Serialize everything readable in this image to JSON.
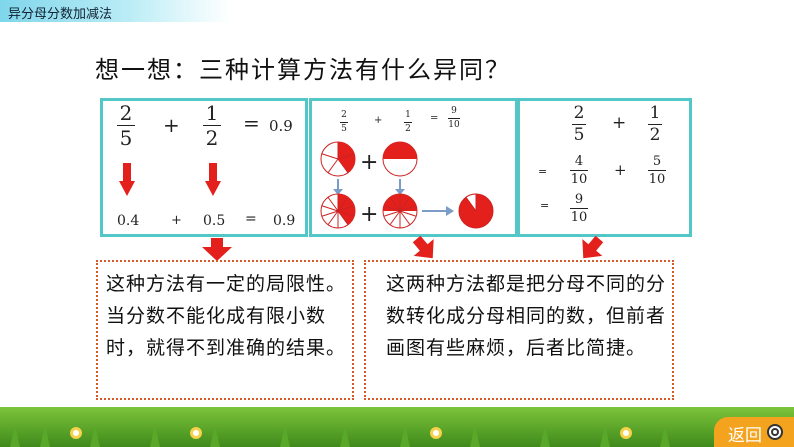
{
  "header": {
    "title": "异分母分数加减法"
  },
  "question": "想一想：三种计算方法有什么异同？",
  "panel1": {
    "frac1": {
      "n": "2",
      "d": "5"
    },
    "plus": "+",
    "frac2": {
      "n": "1",
      "d": "2"
    },
    "eq": "=",
    "result": "0.9",
    "dec1": "0.4",
    "plus2": "+",
    "dec2": "0.5",
    "eq2": "=",
    "result2": "0.9"
  },
  "panel2": {
    "frac1": {
      "n": "2",
      "d": "5"
    },
    "plus": "+",
    "frac2": {
      "n": "1",
      "d": "2"
    },
    "eq": "=",
    "frac3": {
      "n": "9",
      "d": "10"
    },
    "plus_big": "+",
    "plus_big2": "+"
  },
  "panel3": {
    "frac1": {
      "n": "2",
      "d": "5"
    },
    "plus": "+",
    "frac2": {
      "n": "1",
      "d": "2"
    },
    "eq1": "=",
    "frac3": {
      "n": "4",
      "d": "10"
    },
    "plus2": "+",
    "frac4": {
      "n": "5",
      "d": "10"
    },
    "eq2": "=",
    "frac5": {
      "n": "9",
      "d": "10"
    }
  },
  "callout1": {
    "text": "这种方法有一定的局限性。当分数不能化成有限小数时，就得不到准确的结果。"
  },
  "callout2": {
    "text": "这两种方法都是把分母不同的分数转化成分母相同的数，但前者画图有些麻烦，后者比简捷。"
  },
  "back_button": {
    "label": "返回"
  },
  "colors": {
    "accent": "#53c7c7",
    "arrow": "#e3201b",
    "callout_border": "#d55a2a",
    "button": "#f4a31e"
  }
}
